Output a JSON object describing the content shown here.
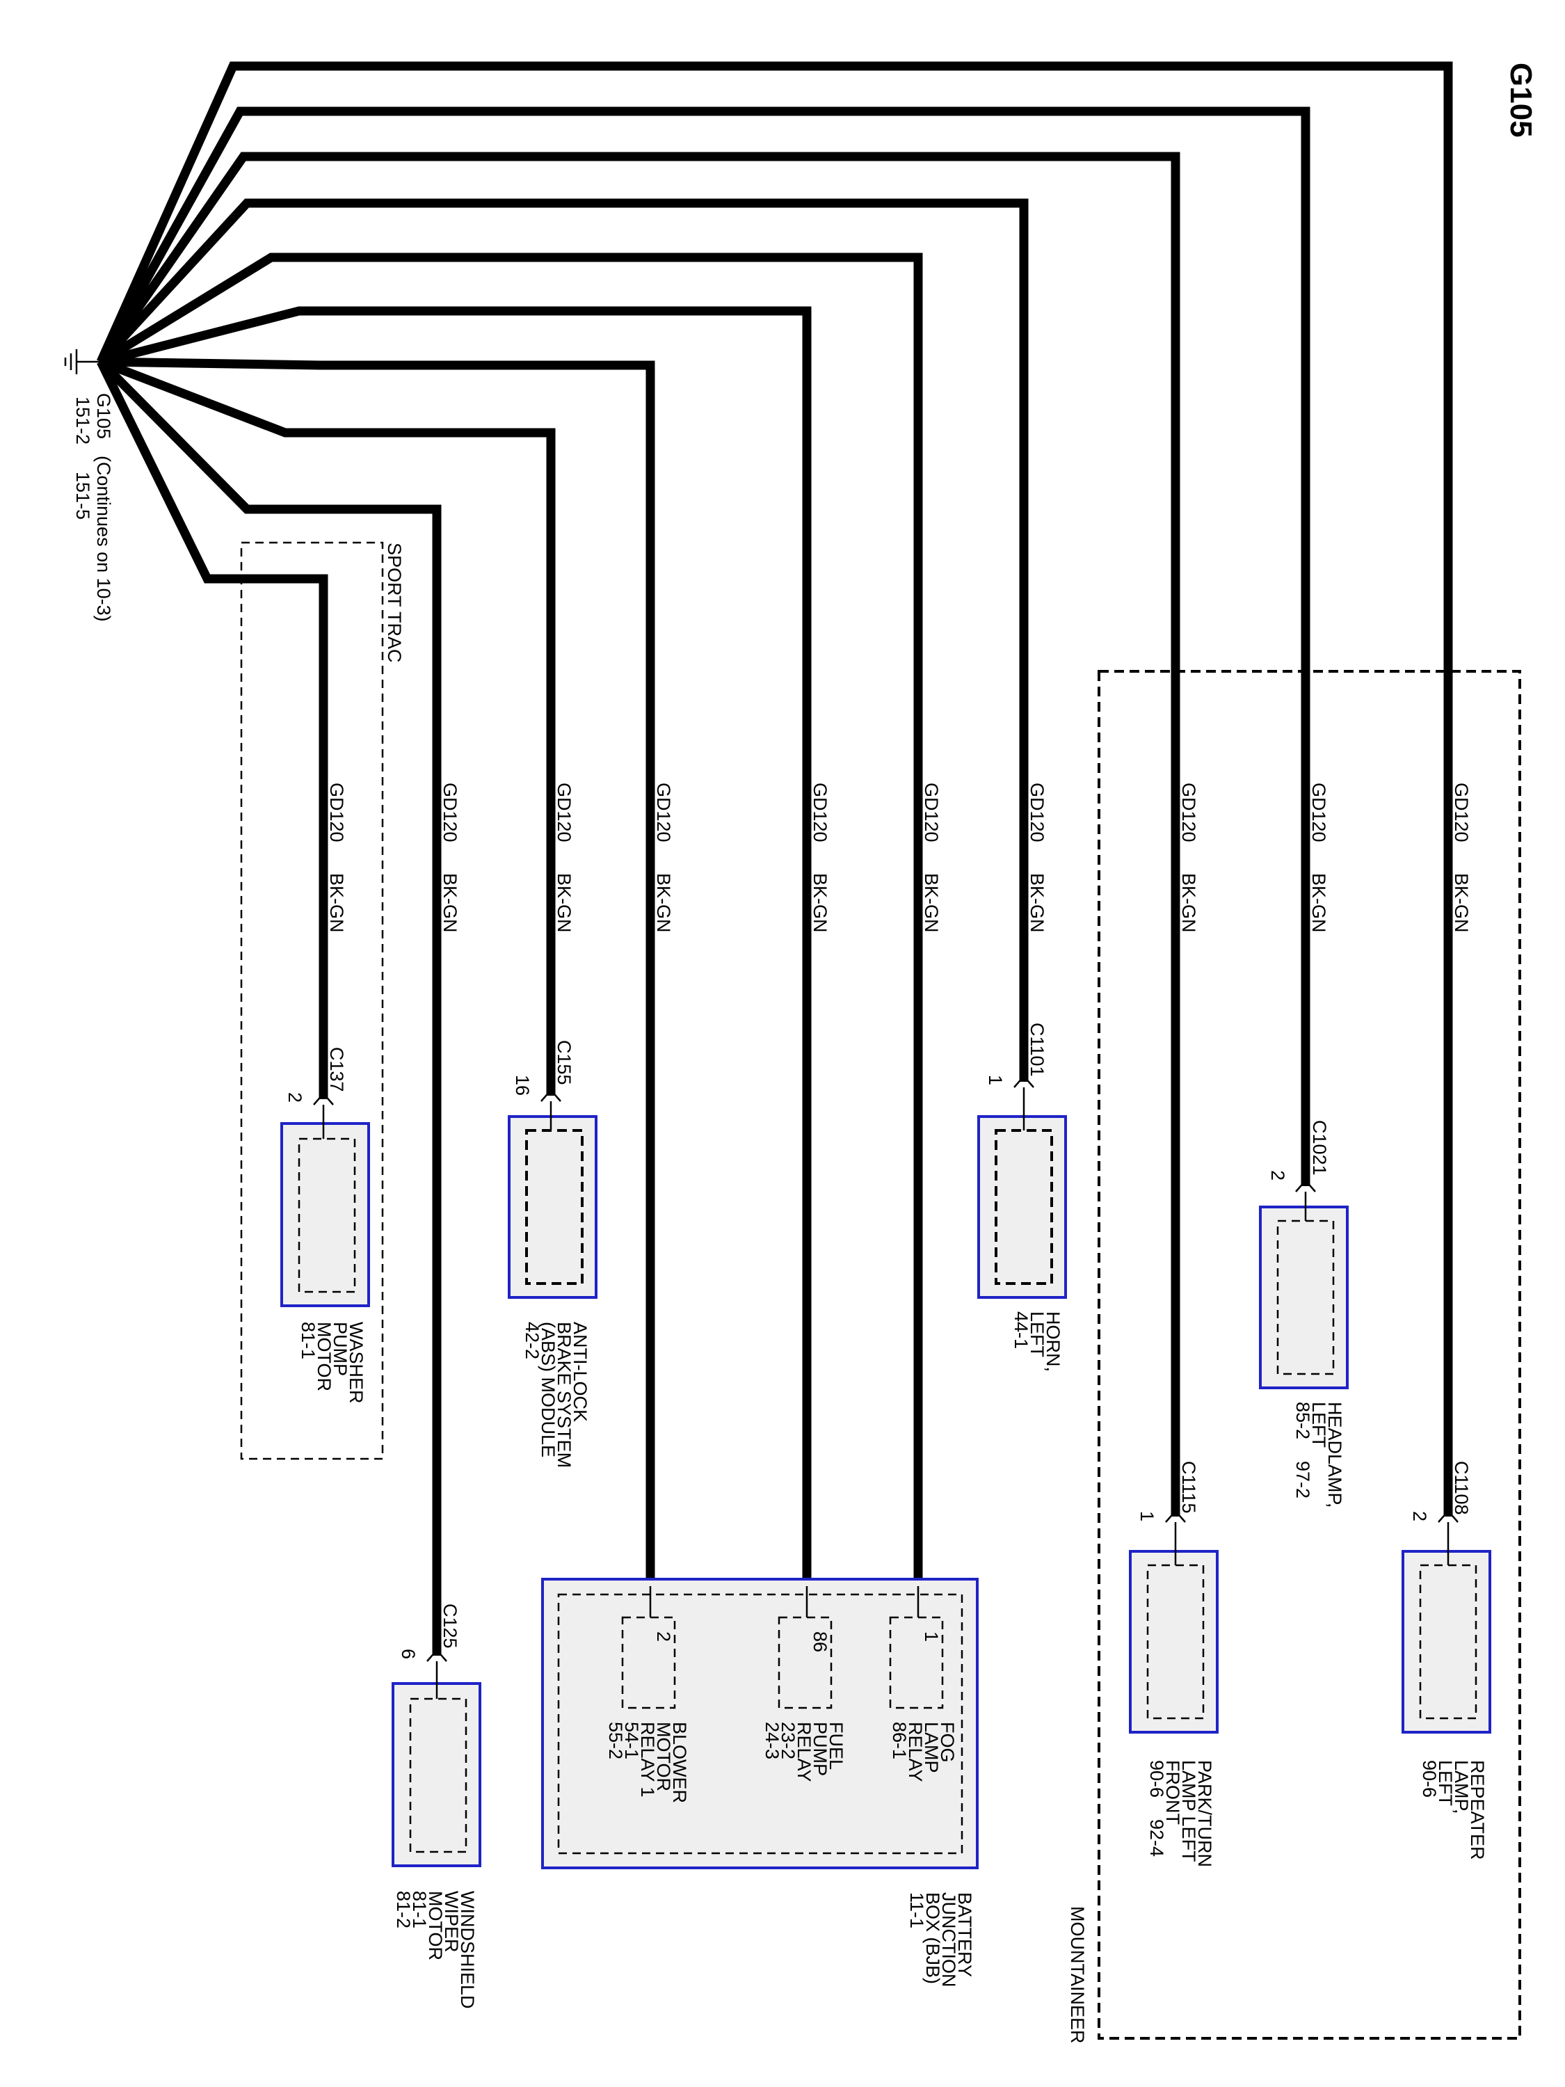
{
  "diagram": {
    "title": "G105",
    "ground": {
      "name": "G105",
      "note": "(Continues on 10-3)",
      "refs": [
        "151-2",
        "151-5"
      ]
    },
    "groups": {
      "mountaineer": "MOUNTAINEER",
      "sport_trac": "SPORT TRAC"
    },
    "circuits": [
      {
        "circuit": "GD120",
        "color": "BK-GN"
      },
      {
        "circuit": "GD120",
        "color": "BK-GN"
      },
      {
        "circuit": "GD120",
        "color": "BK-GN"
      },
      {
        "circuit": "GD120",
        "color": "BK-GN"
      },
      {
        "circuit": "GD120",
        "color": "BK-GN"
      },
      {
        "circuit": "GD120",
        "color": "BK-GN"
      },
      {
        "circuit": "GD120",
        "color": "BK-GN"
      },
      {
        "circuit": "GD120",
        "color": "BK-GN"
      },
      {
        "circuit": "GD120",
        "color": "BK-GN"
      },
      {
        "circuit": "GD120",
        "color": "BK-GN"
      }
    ],
    "components": {
      "repeater": {
        "connector": "C1108",
        "pin": "2",
        "lines": [
          "REPEATER",
          "LAMP,",
          "LEFT"
        ],
        "refs": [
          "90-6"
        ]
      },
      "headlamp": {
        "connector": "C1021",
        "pin": "2",
        "lines": [
          "HEADLAMP,",
          "LEFT"
        ],
        "refs": [
          "85-2",
          "97-2"
        ]
      },
      "parkturn": {
        "connector": "C1115",
        "pin": "1",
        "lines": [
          "PARK/TURN",
          "LAMP LEFT",
          "FRONT"
        ],
        "refs": [
          "90-6",
          "92-4"
        ]
      },
      "horn": {
        "connector": "C1101",
        "pin": "1",
        "lines": [
          "HORN,",
          "LEFT"
        ],
        "refs": [
          "44-1"
        ]
      },
      "bjb": {
        "lines": [
          "BATTERY",
          "JUNCTION",
          "BOX (BJB)"
        ],
        "refs": [
          "11-1"
        ],
        "relays": [
          {
            "pin": "1",
            "lines": [
              "FOG",
              "LAMP",
              "RELAY"
            ],
            "refs": [
              "86-1"
            ]
          },
          {
            "pin": "86",
            "lines": [
              "FUEL",
              "PUMP",
              "RELAY"
            ],
            "refs": [
              "23-2",
              "24-3"
            ]
          },
          {
            "pin": "2",
            "lines": [
              "BLOWER",
              "MOTOR",
              "RELAY 1"
            ],
            "refs": [
              "54-1",
              "55-2"
            ]
          }
        ]
      },
      "abs": {
        "connector": "C155",
        "pin": "16",
        "lines": [
          "ANTI-LOCK",
          "BRAKE SYSTEM",
          "(ABS) MODULE"
        ],
        "refs": [
          "42-2"
        ]
      },
      "wiper": {
        "connector": "C125",
        "pin": "6",
        "lines": [
          "WINDSHIELD",
          "WIPER",
          "MOTOR"
        ],
        "refs": [
          "81-1",
          "81-2"
        ]
      },
      "washer": {
        "connector": "C137",
        "pin": "2",
        "lines": [
          "WASHER",
          "PUMP",
          "MOTOR"
        ],
        "refs": [
          "81-1"
        ]
      }
    }
  }
}
